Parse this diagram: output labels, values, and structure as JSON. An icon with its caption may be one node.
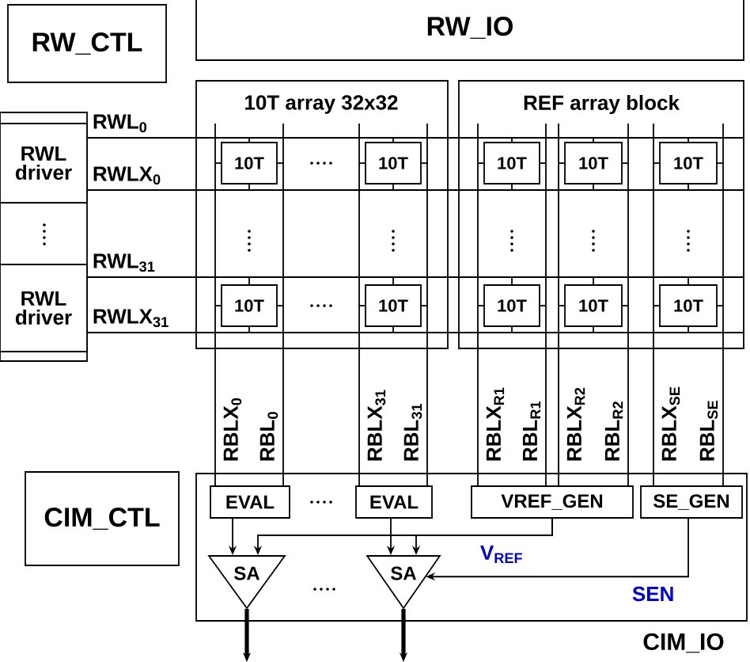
{
  "diagram": {
    "nodes": [
      {
        "text": [
          "RW_CTL"
        ]
      },
      {
        "text": [
          "RW_IO"
        ]
      },
      {
        "text": [
          "10T array 32x32"
        ]
      },
      {
        "text": [
          "REF array block"
        ]
      },
      {
        "text": [
          "RWL driver"
        ]
      },
      {
        "text": [
          "RWL driver"
        ]
      },
      {
        "text": [
          "10T"
        ],
        "in": 2
      },
      {
        "text": [
          "10T"
        ],
        "in": 2
      },
      {
        "text": [
          "10T"
        ],
        "in": 2
      },
      {
        "text": [
          "10T"
        ],
        "in": 2
      },
      {
        "text": [
          "10T"
        ],
        "in": 3
      },
      {
        "text": [
          "10T"
        ],
        "in": 3
      },
      {
        "text": [
          "10T"
        ],
        "in": 3
      },
      {
        "text": [
          "10T"
        ],
        "in": 3
      },
      {
        "text": [
          "10T"
        ],
        "in": 3
      },
      {
        "text": [
          "10T"
        ],
        "in": 3
      },
      {
        "text": [
          "CIM_CTL"
        ]
      },
      {
        "text": [
          "CIM_IO"
        ]
      },
      {
        "text": [
          "EVAL"
        ],
        "in": 17
      },
      {
        "text": [
          "EVAL"
        ],
        "in": 17
      },
      {
        "text": [
          "VREF_GEN"
        ],
        "in": 17
      },
      {
        "text": [
          "SE_GEN"
        ],
        "in": 17
      },
      {
        "text": [
          "SA"
        ],
        "in": 17
      },
      {
        "text": [
          "SA"
        ],
        "in": 17
      }
    ],
    "edges": [
      {
        "from": 4,
        "to": 3,
        "arrow": "none",
        "label": "RWL$_{0}$"
      },
      {
        "from": 4,
        "to": 3,
        "arrow": "none",
        "label": "RWLX$_{0}$"
      },
      {
        "from": 5,
        "to": 3,
        "arrow": "none",
        "label": "RWL$_{31}$"
      },
      {
        "from": 5,
        "to": 3,
        "arrow": "none",
        "label": "RWLX$_{31}$"
      },
      {
        "from": 2,
        "to": 18,
        "arrow": "none",
        "label": "RBLX$_{0}$"
      },
      {
        "from": 2,
        "to": 18,
        "arrow": "none",
        "label": "RBL$_{0}$"
      },
      {
        "from": 2,
        "to": 19,
        "arrow": "none",
        "label": "RBLX$_{31}$"
      },
      {
        "from": 2,
        "to": 19,
        "arrow": "none",
        "label": "RBL$_{31}$"
      },
      {
        "from": 3,
        "to": 20,
        "arrow": "none",
        "label": "RBLX$_{R1}$"
      },
      {
        "from": 3,
        "to": 20,
        "arrow": "none",
        "label": "RBL$_{R1}$"
      },
      {
        "from": 3,
        "to": 20,
        "arrow": "none",
        "label": "RBLX$_{R2}$"
      },
      {
        "from": 3,
        "to": 20,
        "arrow": "none",
        "label": "RBL$_{R2}$"
      },
      {
        "from": 3,
        "to": 21,
        "arrow": "none",
        "label": "RBLX$_{SE}$"
      },
      {
        "from": 3,
        "to": 21,
        "arrow": "none",
        "label": "RBL$_{SE}$"
      },
      {
        "from": 18,
        "to": 22,
        "arrow": "to"
      },
      {
        "from": 19,
        "to": 23,
        "arrow": "to"
      },
      {
        "from": 20,
        "to": 22,
        "arrow": "to"
      },
      {
        "from": 20,
        "to": 23,
        "arrow": "to",
        "label": "V$_{REF}$"
      },
      {
        "from": 21,
        "to": 23,
        "arrow": "to",
        "label": "SEN"
      },
      {
        "from": 22,
        "to": null,
        "arrow": "to",
        "style": "thick"
      },
      {
        "from": 23,
        "to": null,
        "arrow": "to",
        "style": "thick"
      }
    ]
  }
}
